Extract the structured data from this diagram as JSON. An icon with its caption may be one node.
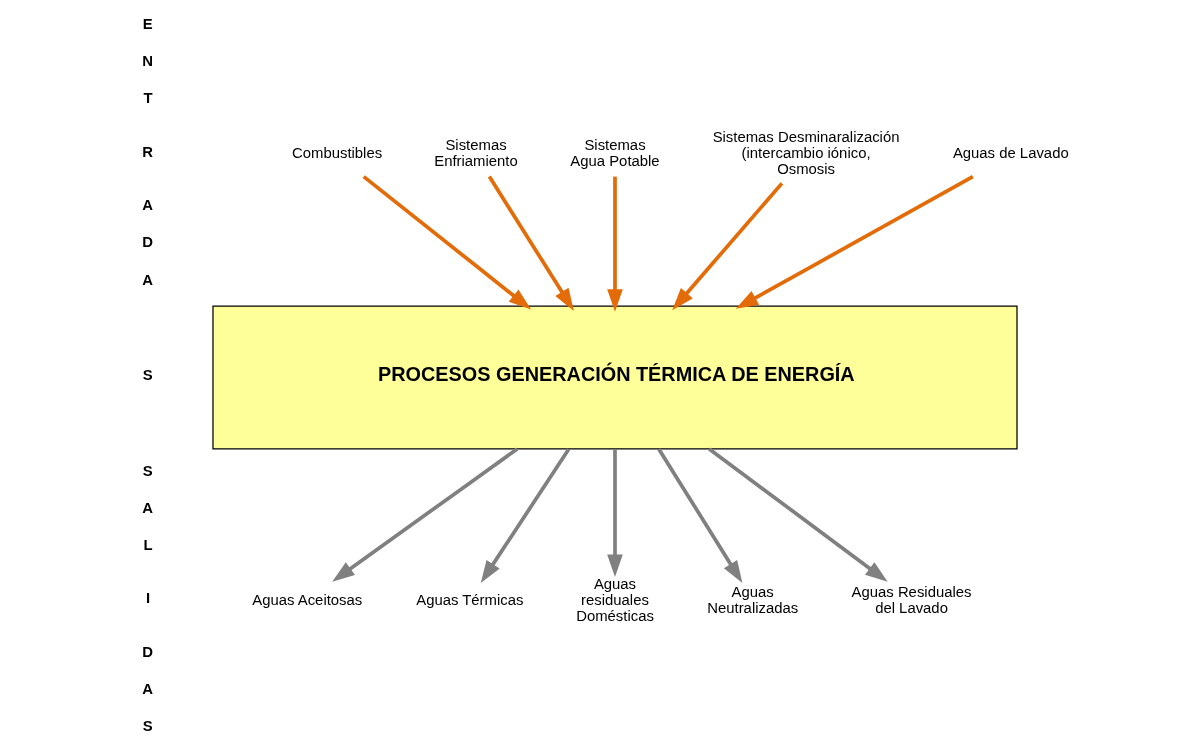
{
  "diagram": {
    "nodes": [
      {
        "text": [
          "Combustibles"
        ]
      },
      {
        "text": [
          "Sistemas Enfriamiento"
        ]
      },
      {
        "text": [
          "Sistemas Agua Potable"
        ]
      },
      {
        "text": [
          "Sistemas Desminaralización (intercambio iónico, Osmosis"
        ]
      },
      {
        "text": [
          "Aguas de Lavado"
        ]
      },
      {
        "text": [
          "PROCESOS GENERACIÓN TÉRMICA DE ENERGÍA"
        ]
      },
      {
        "text": [
          "Aguas Aceitosas"
        ]
      },
      {
        "text": [
          "Aguas Térmicas"
        ]
      },
      {
        "text": [
          "Aguas residuales Domésticas"
        ]
      },
      {
        "text": [
          "Aguas Neutralizadas"
        ]
      },
      {
        "text": [
          "Aguas Residuales del Lavado"
        ]
      }
    ],
    "edges": [
      {
        "from": 0,
        "to": 5,
        "arrow": "to",
        "color": "#e36c09"
      },
      {
        "from": 1,
        "to": 5,
        "arrow": "to",
        "color": "#e36c09"
      },
      {
        "from": 2,
        "to": 5,
        "arrow": "to",
        "color": "#e36c09"
      },
      {
        "from": 3,
        "to": 5,
        "arrow": "to",
        "color": "#e36c09"
      },
      {
        "from": 4,
        "to": 5,
        "arrow": "to",
        "color": "#e36c09"
      },
      {
        "from": 5,
        "to": 6,
        "arrow": "to",
        "color": "#808080"
      },
      {
        "from": 5,
        "to": 7,
        "arrow": "to",
        "color": "#808080"
      },
      {
        "from": 5,
        "to": 8,
        "arrow": "to",
        "color": "#808080"
      },
      {
        "from": 5,
        "to": 9,
        "arrow": "to",
        "color": "#808080"
      },
      {
        "from": 5,
        "to": 10,
        "arrow": "to",
        "color": "#808080"
      }
    ],
    "labels": [
      "E",
      "N",
      "T",
      "R",
      "A",
      "D",
      "A",
      "S",
      "S",
      "A",
      "L",
      "I",
      "D",
      "A",
      "S"
    ]
  }
}
